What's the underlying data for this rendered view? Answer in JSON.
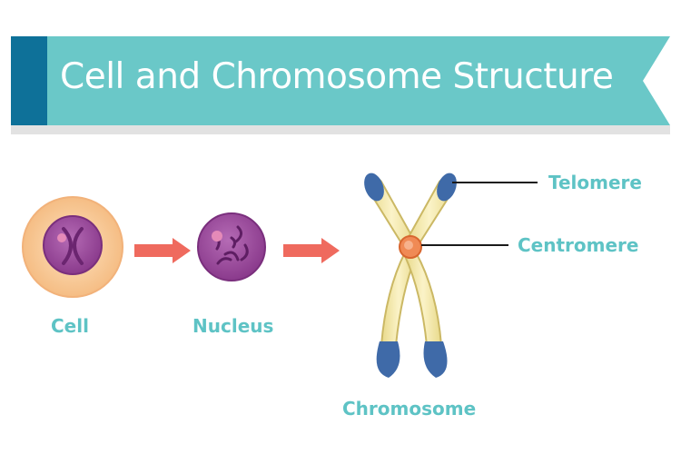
{
  "title": "Cell and Chromosome Structure",
  "labels": {
    "cell": "Cell",
    "nucleus": "Nucleus",
    "chromosome": "Chromosome",
    "telomere": "Telomere",
    "centromere": "Centromere"
  },
  "colors": {
    "banner": "#6ac8c8",
    "banner_accent": "#0e7199",
    "label": "#5ec3c5",
    "arrow": "#ef6a5e",
    "nucleus": "#9b4a9c",
    "cell_body": "#f6c791",
    "chromatid": "#f6e9a8",
    "telomere": "#3f6aa8",
    "centromere": "#f08a55"
  }
}
